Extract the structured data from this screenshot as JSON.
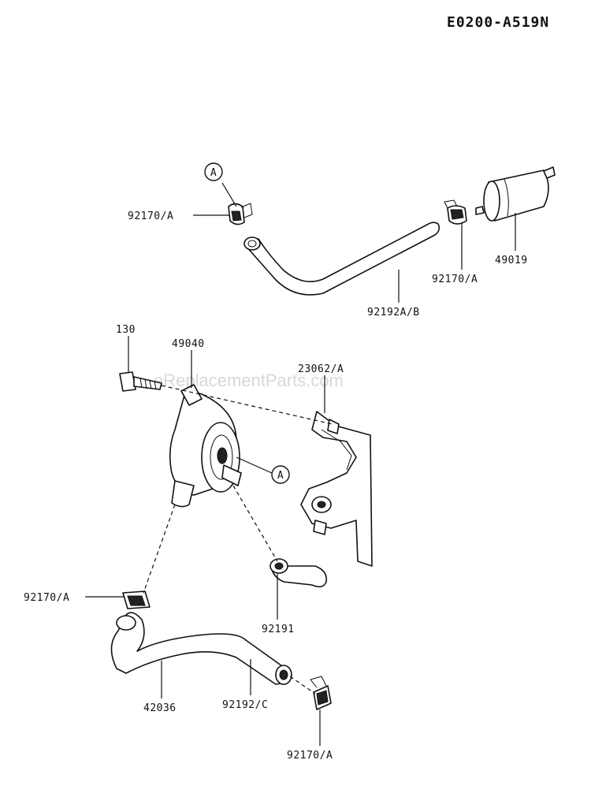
{
  "diagram_code": "E0200-A519N",
  "watermark": "eReplacementParts.com",
  "callouts": {
    "ref_top": "A",
    "ref_mid": "A"
  },
  "labels": {
    "clamp_top_left": "92170/A",
    "clamp_top_right": "92170/A",
    "filter": "49019",
    "hose_top": "92192A/B",
    "bolt": "130",
    "pump": "49040",
    "bracket": "23062/A",
    "clamp_mid_left": "92170/A",
    "fitting": "92191",
    "hose_lower_left": "42036",
    "hose_lower_right": "92192/C",
    "clamp_bottom": "92170/A"
  }
}
